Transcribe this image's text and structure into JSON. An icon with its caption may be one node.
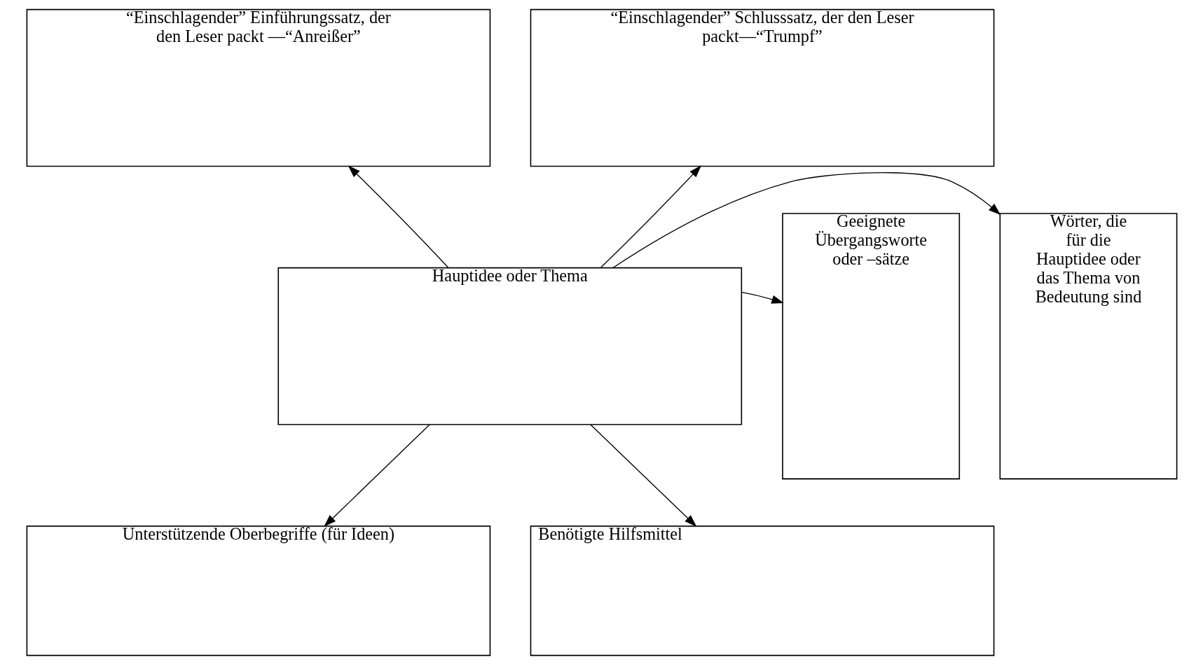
{
  "diagram": {
    "nodes": [
      {
        "text": [
          "“Einschlagender” Einführungssatz, der den Leser packt —“Anreißer”"
        ]
      },
      {
        "text": [
          "“Einschlagender” Schlusssatz, der den Leser packt—“Trumpf”"
        ]
      },
      {
        "text": [
          "Wörter, die für die Hauptidee oder das Thema von Bedeutung sind"
        ]
      },
      {
        "text": [
          "Hauptidee oder Thema"
        ]
      },
      {
        "text": [
          "Geeignete Übergangsworte oder –sätze"
        ]
      },
      {
        "text": [
          "Unterstützende Oberbegriffe (für Ideen)"
        ]
      },
      {
        "text": [
          "Benötigte Hilfsmittel"
        ]
      }
    ],
    "edges": [
      {
        "from": 3,
        "to": 0,
        "arrow": "to"
      },
      {
        "from": 3,
        "to": 1,
        "arrow": "to"
      },
      {
        "from": 3,
        "to": 2,
        "arrow": "to"
      },
      {
        "from": 3,
        "to": 4,
        "arrow": "to"
      },
      {
        "from": 3,
        "to": 5,
        "arrow": "to"
      },
      {
        "from": 3,
        "to": 6,
        "arrow": "to"
      }
    ]
  }
}
